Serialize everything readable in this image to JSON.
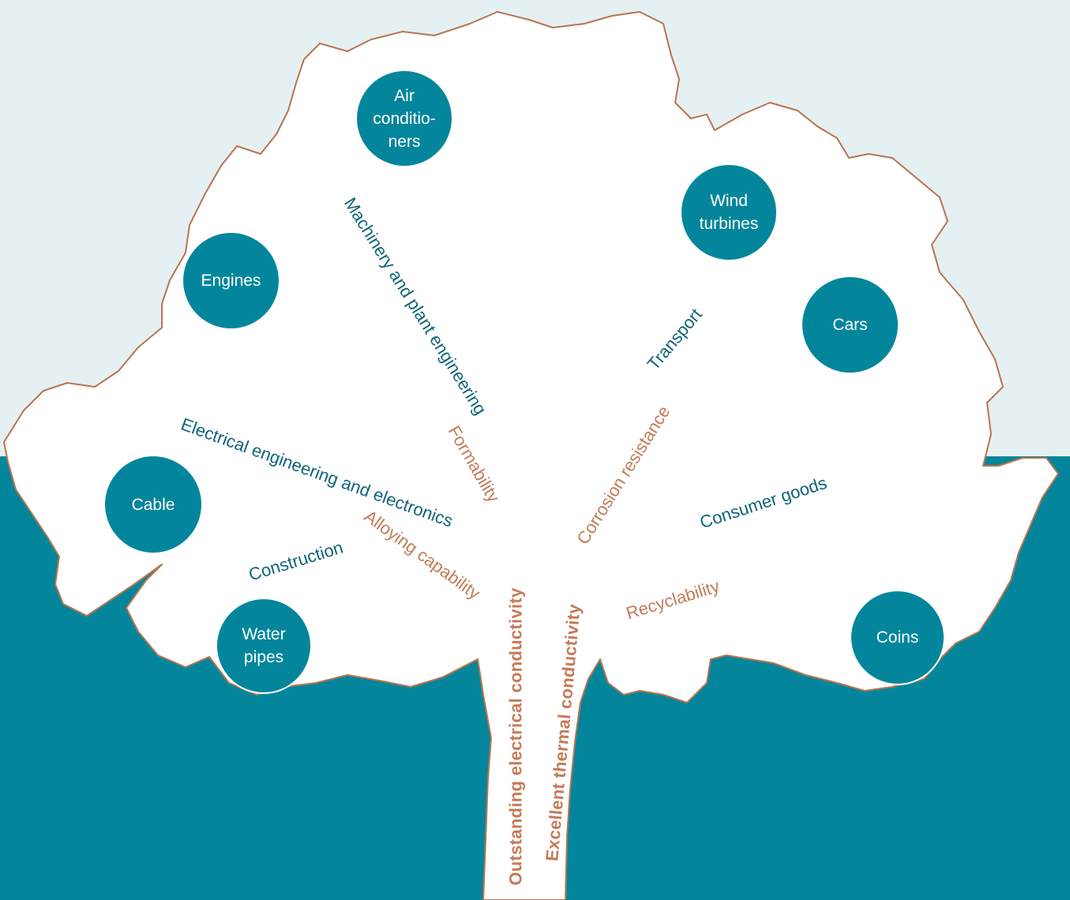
{
  "colors": {
    "sky": "#e5f0f3",
    "sea": "#03869b",
    "tree_fill": "#ffffff",
    "tree_outline": "#b9744f",
    "bubble": "#03869b",
    "sector_text": "#0e6478",
    "property_text": "#c47b58"
  },
  "applications": {
    "air_conditioners": "Air\nconditio-\nners",
    "wind_turbines": "Wind\nturbines",
    "engines": "Engines",
    "cars": "Cars",
    "cable": "Cable",
    "water_pipes": "Water\npipes",
    "coins": "Coins"
  },
  "sectors": {
    "machinery": "Machinery and plant engineering",
    "transport": "Transport",
    "electrical": "Electrical engineering and electronics",
    "consumer_goods": "Consumer goods",
    "construction": "Construction"
  },
  "properties": {
    "formability": "Formability",
    "corrosion": "Corrosion resistance",
    "alloying": "Alloying capability",
    "recyclability": "Recyclability",
    "electrical_conductivity": "Outstanding electrical conductivity",
    "thermal_conductivity": "Excellent thermal conductivity"
  }
}
